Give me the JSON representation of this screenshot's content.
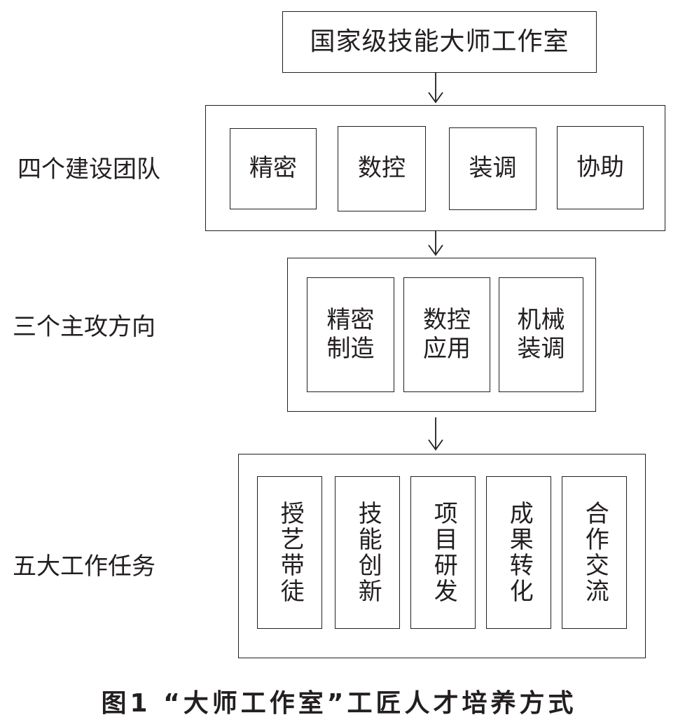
{
  "top": {
    "label": "国家级技能大师工作室"
  },
  "tiers": [
    {
      "label": "四个建设团队",
      "items": [
        "精密",
        "数控",
        "装调",
        "协助"
      ]
    },
    {
      "label": "三个主攻方向",
      "items": [
        "精密\n制造",
        "数控\n应用",
        "机械\n装调"
      ]
    },
    {
      "label": "五大工作任务",
      "items": [
        "授艺带徒",
        "技能创新",
        "项目研发",
        "成果转化",
        "合作交流"
      ]
    }
  ],
  "caption": "图1 “大师工作室”工匠人才培养方式"
}
